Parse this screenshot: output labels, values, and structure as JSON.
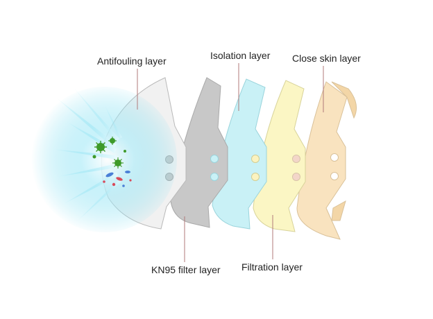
{
  "labels": {
    "antifouling": "Antifouling layer",
    "isolation": "Isolation layer",
    "close_skin": "Close skin layer",
    "kn95": "KN95 filter layer",
    "filtration": "Filtration layer"
  },
  "colors": {
    "antifouling_fill": "#f1f1f1",
    "kn95_fill": "#c8c8c8",
    "isolation_fill": "#c9f1f6",
    "filtration_fill": "#fbf6c4",
    "close_skin_fill": "#f9e3bf",
    "outline": "#b9b9b9",
    "leader_line": "#b07a7a",
    "airflow": "#6ad8ee",
    "virus": "#3f9a2a"
  },
  "icons": [
    "airflow-light-rays",
    "virus-particles-icon",
    "bacteria-particles-icon"
  ]
}
